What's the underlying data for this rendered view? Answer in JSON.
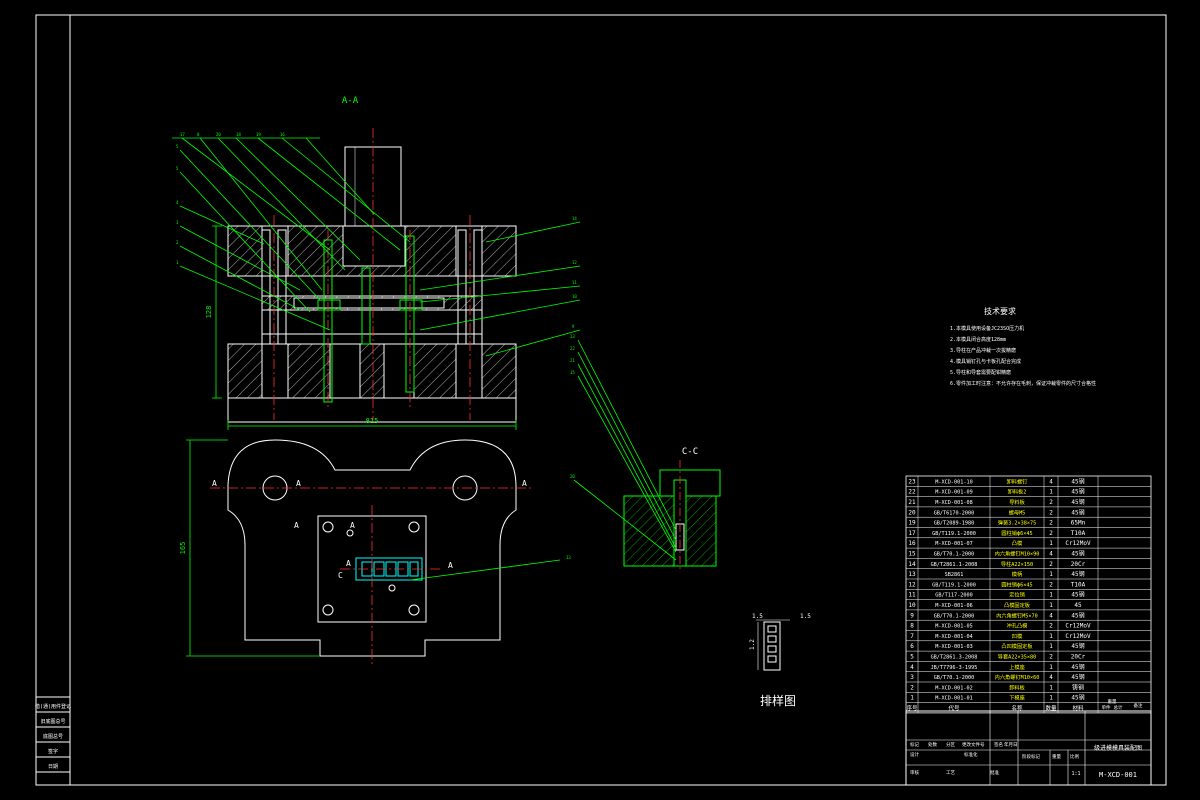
{
  "drawing": {
    "section_aa": "A-A",
    "section_cc": "C-C",
    "dim_width": "815",
    "dim_height": "128",
    "dim_plan_height": "165",
    "layout_title": "排样图",
    "layout_dim_left": "1.5",
    "layout_dim_right": "1.5",
    "layout_dim_side": "1.2",
    "cut_labels": [
      "A",
      "A",
      "A",
      "A",
      "C",
      "A"
    ],
    "tech_title": "技术要求",
    "tech_items": [
      "1.本模具使用设备JC23SO压力机",
      "2.本模具闭合高度128mm",
      "3.导柱在产品冲裁一次拔精磨",
      "4.模具销钉孔与卡板孔配合完成",
      "5.导柱和导套需要配钳精磨",
      "6.零件加工时注意：不允许存在毛刺，保证冲裁零件的尺寸合格性"
    ]
  },
  "bom": {
    "rows": [
      [
        "23",
        "M-XCD-001-10",
        "卸料螺钉",
        "4",
        "45钢"
      ],
      [
        "22",
        "M-XCD-001-09",
        "卸料板2",
        "1",
        "45钢"
      ],
      [
        "21",
        "M-XCD-001-08",
        "导料板",
        "2",
        "45钢"
      ],
      [
        "20",
        "GB/T6170-2000",
        "螺母M5",
        "2",
        "45钢"
      ],
      [
        "19",
        "GB/T2089-1980",
        "弹簧3.2×38×75",
        "2",
        "65Mn"
      ],
      [
        "17",
        "GB/T119.1-2000",
        "圆柱销ϕ6×45",
        "2",
        "T10A"
      ],
      [
        "16",
        "M-XCD-001-07",
        "凸模",
        "1",
        "Cr12MoV"
      ],
      [
        "15",
        "GB/T70.1-2000",
        "内六角螺钉M10×90",
        "4",
        "45钢"
      ],
      [
        "14",
        "GB/T2861.1-2008",
        "导柱A22×150",
        "2",
        "20Cr"
      ],
      [
        "13",
        "SB2861",
        "模柄",
        "1",
        "45钢"
      ],
      [
        "12",
        "GB/T119.1-2000",
        "圆柱销ϕ6×45",
        "2",
        "T10A"
      ],
      [
        "11",
        "GB/T117-2000",
        "定位销",
        "1",
        "45钢"
      ],
      [
        "10",
        "M-XCD-001-06",
        "凸模固定板",
        "1",
        "45"
      ],
      [
        "9",
        "GB/T70.1-2000",
        "内六角螺钉M5×70",
        "4",
        "45钢"
      ],
      [
        "8",
        "M-XCD-001-05",
        "冲孔凸模",
        "2",
        "Cr12MoV"
      ],
      [
        "7",
        "M-XCD-001-04",
        "凹模",
        "1",
        "Cr12MoV"
      ],
      [
        "6",
        "M-XCD-001-03",
        "凸凹模固定板",
        "1",
        "45钢"
      ],
      [
        "5",
        "GB/T2861.3-2008",
        "导套A22×35×80",
        "2",
        "20Cr"
      ],
      [
        "4",
        "JB/T7796-3-1995",
        "上模座",
        "1",
        "45钢"
      ],
      [
        "3",
        "GB/T70.1-2000",
        "内六角螺钉M10×60",
        "4",
        "45钢"
      ],
      [
        "2",
        "M-XCD-001-02",
        "卸料板",
        "1",
        "铸钢"
      ],
      [
        "1",
        "M-XCD-001-01",
        "下模座",
        "1",
        "45钢"
      ]
    ],
    "header": [
      "序号",
      "代号",
      "名称",
      "数量",
      "材料",
      "单件",
      "总计",
      "重量",
      "备注"
    ],
    "title_block_name": "级进模模具装配图",
    "drawing_code": "M-XCD-001",
    "scale": "1:1",
    "tb_labels": [
      "标记",
      "处数",
      "分区",
      "更改文件号",
      "签名",
      "年月日",
      "设计",
      "标准化",
      "阶段标记",
      "重量",
      "比例",
      "审核",
      "工艺",
      "批准"
    ]
  },
  "left_strip": [
    "借(通)用件登记",
    "旧底图总号",
    "底图总号",
    "签字",
    "日期"
  ]
}
